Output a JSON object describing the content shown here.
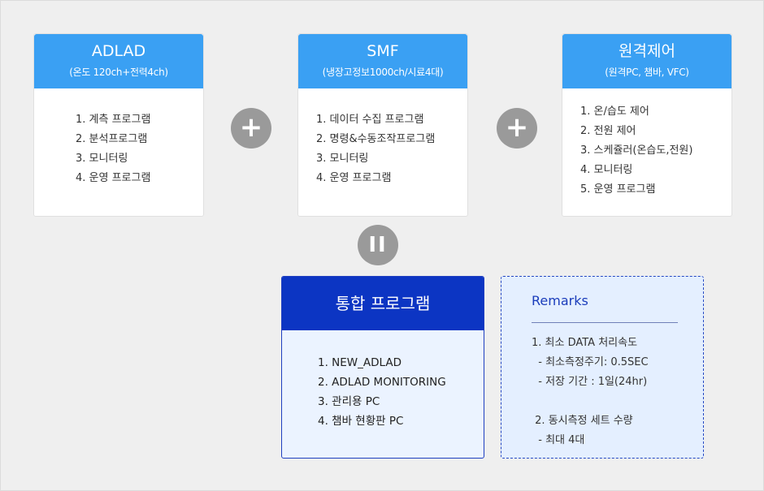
{
  "cards": [
    {
      "title": "ADLAD",
      "subtitle": "(온도 120ch+전력4ch)",
      "items": [
        "1. 계측 프로그램",
        "2. 분석프로그램",
        "3. 모니터링",
        "4. 운영 프로그램"
      ]
    },
    {
      "title": "SMF",
      "subtitle": "(냉장고정보1000ch/시료4대)",
      "items": [
        "1. 데이터 수집 프로그램",
        "2. 명령&수동조작프로그램",
        "3. 모니터링",
        "4. 운영 프로그램"
      ]
    },
    {
      "title": "원격제어",
      "subtitle": "(원격PC, 챔바, VFC)",
      "items": [
        "1. 온/습도 제어",
        "2. 전원 제어",
        "3. 스케쥴러(온습도,전원)",
        "4. 모니터링",
        "5. 운영 프로그램"
      ]
    }
  ],
  "operators": {
    "plus": "+",
    "equals": "II"
  },
  "integrated": {
    "title": "통합 프로그램",
    "items": [
      "1. NEW_ADLAD",
      "2. ADLAD MONITORING",
      "3. 관리용 PC",
      "4. 챔바 현황판 PC"
    ]
  },
  "remarks": {
    "title": "Remarks",
    "lines": [
      "1. 최소 DATA 처리속도",
      "  - 최소측정주기: 0.5SEC",
      "  - 저장 기간 : 1일(24hr)",
      "",
      " 2. 동시측정 세트 수량",
      "  - 최대 4대"
    ]
  }
}
